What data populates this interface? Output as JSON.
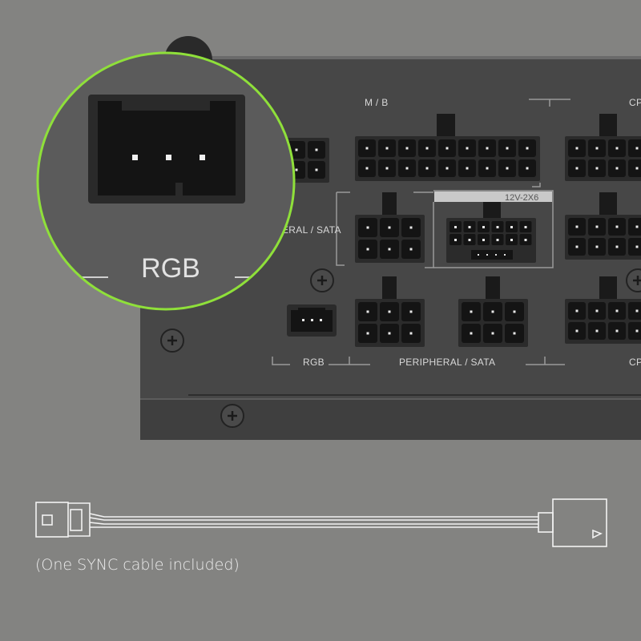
{
  "panel_labels": {
    "mb": "M / B",
    "cpu_top": "CPU",
    "peripheral_sata_partial": "ERAL / SATA",
    "twelve_v": "12V-2X6",
    "rgb": "RGB",
    "peripheral_sata": "PERIPHERAL / SATA",
    "cpu_bottom": "CPU"
  },
  "magnifier": {
    "label": "RGB",
    "ring_color": "#8fe03a"
  },
  "caption": "(One SYNC cable included)",
  "colors": {
    "background": "#838381",
    "panel": "#474747",
    "connector": "#1c1c1c"
  }
}
